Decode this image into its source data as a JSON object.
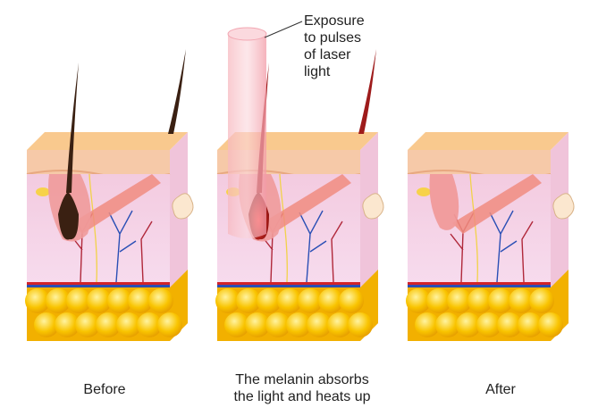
{
  "callout": {
    "lines": [
      "Exposure",
      "to pulses",
      "of laser",
      "light"
    ]
  },
  "panels": [
    {
      "label": "Before"
    },
    {
      "label_lines": [
        "The melanin absorbs",
        "the light and heats up"
      ]
    },
    {
      "label": "After"
    }
  ],
  "colors": {
    "epidermis": "#f6c9a8",
    "dermis": "#f4d3e6",
    "fat": "#f5b800",
    "hair": "#3a2012",
    "hair_heated": "#9e1b1b",
    "follicle": "#f09a9a",
    "vessel_red": "#d2232a",
    "vessel_blue": "#2a4fb5",
    "laser_beam": "#f5b0b8",
    "muscle": "#f08c80"
  }
}
